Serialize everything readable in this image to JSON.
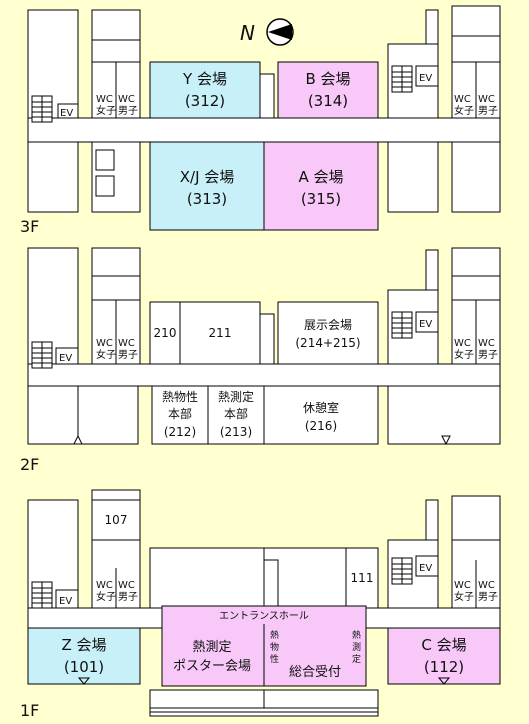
{
  "compass": {
    "letter": "N"
  },
  "floors": {
    "f3": {
      "label": "3F",
      "venues": {
        "y": {
          "line1": "Y 会場",
          "line2": "(312)",
          "fill": "#c8f0f8"
        },
        "b": {
          "line1": "B 会場",
          "line2": "(314)",
          "fill": "#f8c8f8"
        },
        "xj": {
          "line1": "X/J 会場",
          "line2": "(313)",
          "fill": "#c8f0f8"
        },
        "a": {
          "line1": "A 会場",
          "line2": "(315)",
          "fill": "#f8c8f8"
        }
      }
    },
    "f2": {
      "label": "2F",
      "rooms": {
        "r210": "210",
        "r211": "211",
        "exhibit": {
          "line1": "展示会場",
          "line2": "(214+215)"
        },
        "hq1": {
          "line1": "熱物性",
          "line2": "本部",
          "line3": "(212)"
        },
        "hq2": {
          "line1": "熱測定",
          "line2": "本部",
          "line3": "(213)"
        },
        "lounge": {
          "line1": "休憩室",
          "line2": "(216)"
        }
      }
    },
    "f1": {
      "label": "1F",
      "rooms": {
        "r107": "107",
        "r111": "111",
        "z": {
          "line1": "Z 会場",
          "line2": "(101)",
          "fill": "#c8f0f8"
        },
        "c": {
          "line1": "C 会場",
          "line2": "(112)",
          "fill": "#f8c8f8"
        }
      },
      "entrance": {
        "label": "エントランスホール",
        "fill": "#f8c8f8",
        "poster_line1": "熱測定",
        "poster_line2": "ポスター会場",
        "reception": "総合受付",
        "v_left": [
          "熱",
          "物",
          "性"
        ],
        "v_right": [
          "熱",
          "測",
          "定"
        ]
      }
    }
  },
  "common": {
    "ev": "EV",
    "wc": "WC",
    "women": "女子",
    "men": "男子"
  }
}
